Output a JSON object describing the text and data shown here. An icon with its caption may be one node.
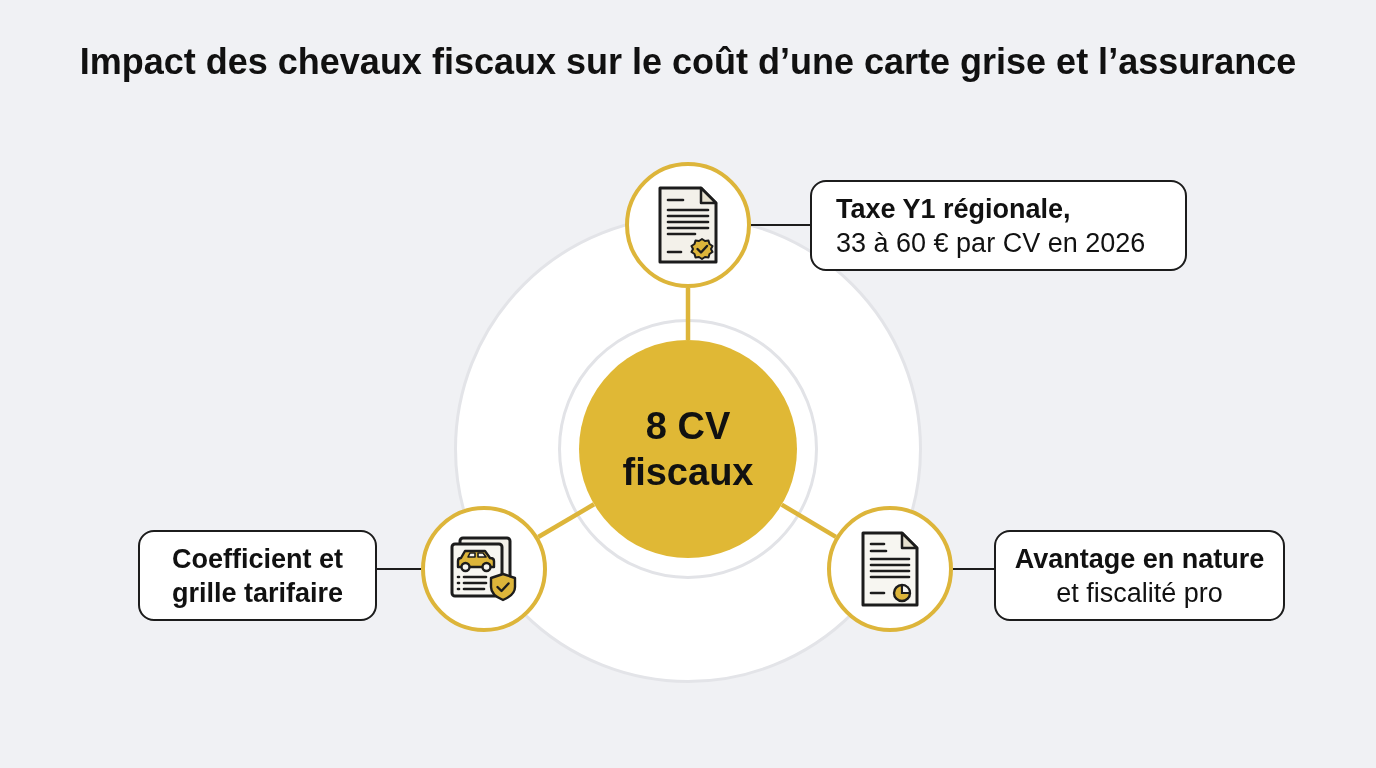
{
  "diagram": {
    "title": "Impact des chevaux fiscaux sur le coût d’une carte grise et l’assurance",
    "nodes": [
      {
        "text": [],
        "shape": "circle"
      },
      {
        "text": [
          "Taxe Y1 régionale,",
          "33 à 60 € par CV en 2026"
        ]
      },
      {
        "text": [
          "8 CV fiscaux"
        ]
      },
      {
        "text": [
          "Coefficient et grille tarifaire"
        ]
      },
      {
        "text": [],
        "shape": "circle"
      },
      {
        "text": [],
        "shape": "circle"
      },
      {
        "text": [
          "Avantage en nature",
          "et fiscalité pro"
        ]
      }
    ],
    "edges": [
      {
        "from": 2,
        "to": 0,
        "arrow": "none",
        "style": "thick",
        "color": "#ddb53a"
      },
      {
        "from": 0,
        "to": 1,
        "arrow": "none",
        "color": "#1c1c1c"
      },
      {
        "from": 2,
        "to": 4,
        "arrow": "none",
        "style": "thick",
        "color": "#ddb53a"
      },
      {
        "from": 4,
        "to": 3,
        "arrow": "none",
        "color": "#1c1c1c"
      },
      {
        "from": 2,
        "to": 5,
        "arrow": "none",
        "style": "thick",
        "color": "#ddb53a"
      },
      {
        "from": 5,
        "to": 6,
        "arrow": "none",
        "color": "#1c1c1c"
      }
    ]
  }
}
